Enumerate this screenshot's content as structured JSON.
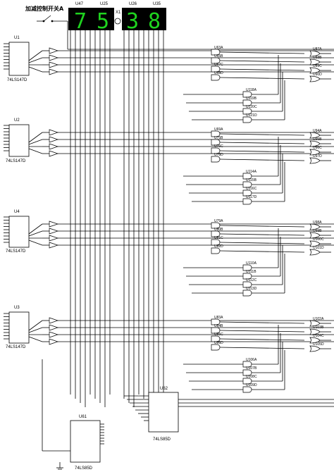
{
  "switch_label": "加减控制开关A",
  "displays": [
    {
      "ref": "U47",
      "digit": "7"
    },
    {
      "ref": "U25",
      "digit": "5"
    },
    {
      "ref": "U26",
      "digit": "3"
    },
    {
      "ref": "U35",
      "digit": "8"
    }
  ],
  "crystal_label": "X1",
  "encoders": [
    {
      "ref": "U1",
      "part": "74LS147D"
    },
    {
      "ref": "U2",
      "part": "74LS147D"
    },
    {
      "ref": "U4",
      "part": "74LS147D"
    },
    {
      "ref": "U3",
      "part": "74LS147D"
    }
  ],
  "gate_groups": [
    {
      "a": [
        "U63A",
        "U65B",
        "U67C",
        "U68D"
      ],
      "b": [
        "U118A",
        "U119B",
        "U120C",
        "U121D"
      ],
      "c": [
        "U87A",
        "U88B",
        "U89C",
        "U90D"
      ]
    },
    {
      "a": [
        "U69A",
        "U75B",
        "U76C",
        "U78D"
      ],
      "b": [
        "U114A",
        "U115B",
        "U116C",
        "U117D"
      ],
      "c": [
        "U94A",
        "U95B",
        "U96C",
        "U97D"
      ]
    },
    {
      "a": [
        "U79A",
        "U80B",
        "U81C",
        "U82D"
      ],
      "b": [
        "U110A",
        "U111B",
        "U112C",
        "U113D"
      ],
      "c": [
        "U98A",
        "U99B",
        "U100C",
        "U101D"
      ]
    },
    {
      "a": [
        "U83A",
        "U84B",
        "U85C",
        "U86D"
      ],
      "b": [
        "U106A",
        "U107B",
        "U108C",
        "U109D"
      ],
      "c": [
        "U102A",
        "U103B",
        "U104C",
        "U105D"
      ]
    }
  ],
  "comparators": [
    {
      "ref": "U62",
      "part": "74LS85D"
    },
    {
      "ref": "U61",
      "part": "74LS85D"
    }
  ],
  "colors": {
    "wire": "#000000",
    "segment_on": "#1fd31f",
    "display_bg": "#000000"
  }
}
